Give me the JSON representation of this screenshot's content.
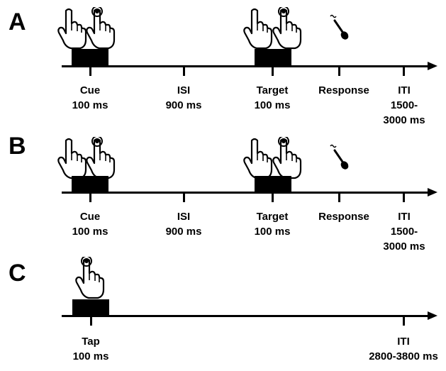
{
  "panels": {
    "a": {
      "letter": "A",
      "events": [
        {
          "name": "Cue",
          "duration": "100 ms"
        },
        {
          "name": "ISI",
          "duration": "900 ms"
        },
        {
          "name": "Target",
          "duration": "100 ms"
        },
        {
          "name": "Response",
          "duration": ""
        },
        {
          "name": "ITI",
          "duration": "1500-",
          "duration2": "3000 ms"
        }
      ],
      "icons": [
        "hand-pointing-icon",
        "hand-tapping-icon",
        "microphone-icon"
      ]
    },
    "b": {
      "letter": "B",
      "events": [
        {
          "name": "Cue",
          "duration": "100 ms"
        },
        {
          "name": "ISI",
          "duration": "900 ms"
        },
        {
          "name": "Target",
          "duration": "100 ms"
        },
        {
          "name": "Response",
          "duration": ""
        },
        {
          "name": "ITI",
          "duration": "1500-",
          "duration2": "3000 ms"
        }
      ],
      "icons": [
        "hand-pointing-icon",
        "hand-tapping-icon",
        "microphone-icon"
      ]
    },
    "c": {
      "letter": "C",
      "events": [
        {
          "name": "Tap",
          "duration": "100 ms"
        },
        {
          "name": "ITI",
          "duration": "2800-3800 ms"
        }
      ],
      "icons": [
        "hand-tapping-icon"
      ]
    }
  }
}
